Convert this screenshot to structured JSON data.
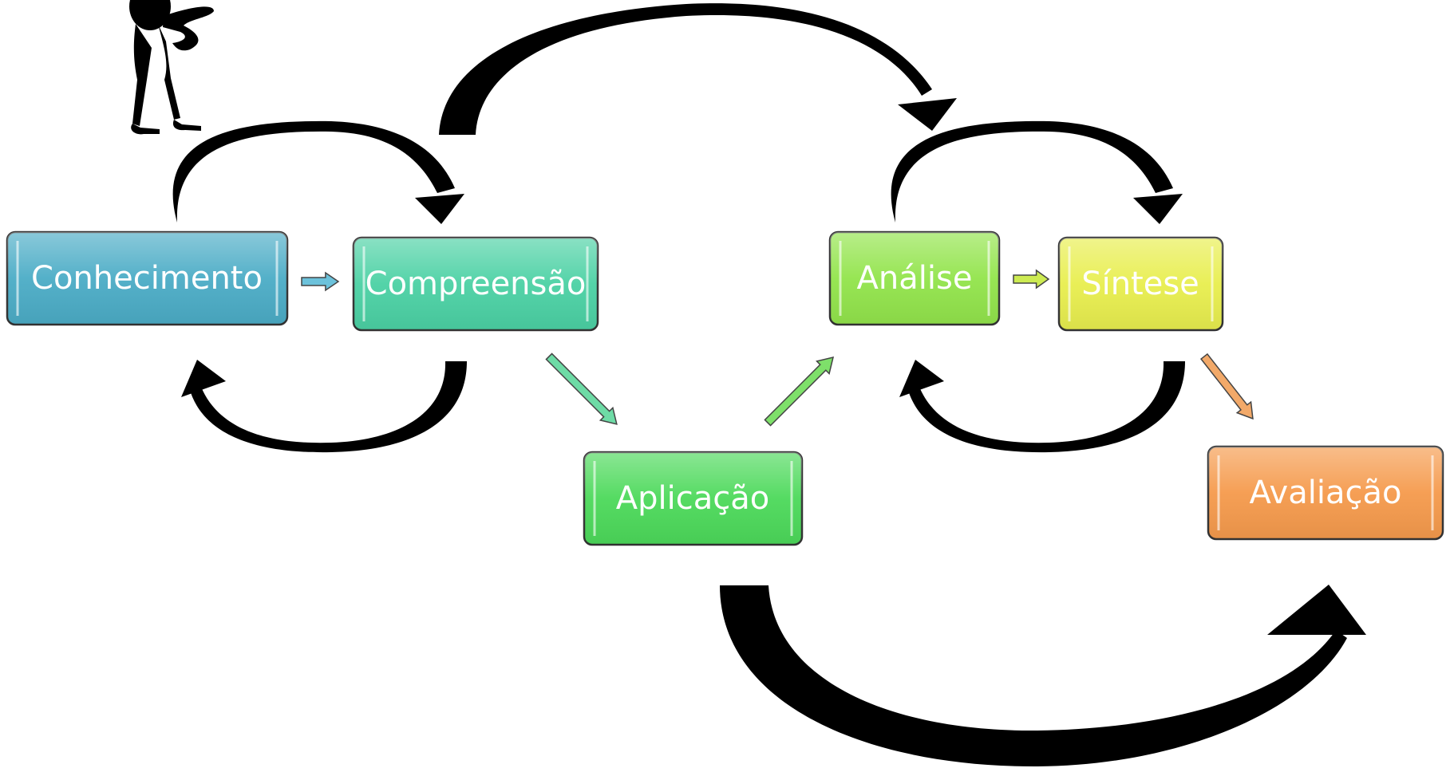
{
  "diagram": {
    "nodes": [
      {
        "id": "conhecimento",
        "label": "Conhecimento",
        "color": "#4BACC6"
      },
      {
        "id": "compreensao",
        "label": "Compreensão",
        "color": "#4BD1A4"
      },
      {
        "id": "aplicacao",
        "label": "Aplicação",
        "color": "#4CD95A"
      },
      {
        "id": "analise",
        "label": "Análise",
        "color": "#92E44B"
      },
      {
        "id": "sintese",
        "label": "Síntese",
        "color": "#E8EE4E"
      },
      {
        "id": "avaliacao",
        "label": "Avaliação",
        "color": "#F59A4C"
      }
    ],
    "small_arrows": [
      {
        "from": "conhecimento",
        "to": "compreensao",
        "color": "#6CC2DB"
      },
      {
        "from": "compreensao",
        "to": "aplicacao",
        "color": "#6EDBA6"
      },
      {
        "from": "aplicacao",
        "to": "analise",
        "color": "#7EE06A"
      },
      {
        "from": "analise",
        "to": "sintese",
        "color": "#CDEB52"
      },
      {
        "from": "sintese",
        "to": "avaliacao",
        "color": "#F2A969"
      }
    ],
    "curved_arrows": [
      {
        "from": "conhecimento",
        "to": "compreensao",
        "color": "#000000"
      },
      {
        "from": "compreensao",
        "to": "conhecimento",
        "color": "#000000"
      },
      {
        "from": "compreensao",
        "to": "analise",
        "color": "#000000"
      },
      {
        "from": "analise",
        "to": "sintese",
        "color": "#000000"
      },
      {
        "from": "sintese",
        "to": "analise",
        "color": "#000000"
      },
      {
        "from": "aplicacao",
        "to": "avaliacao",
        "color": "#000000"
      }
    ]
  }
}
